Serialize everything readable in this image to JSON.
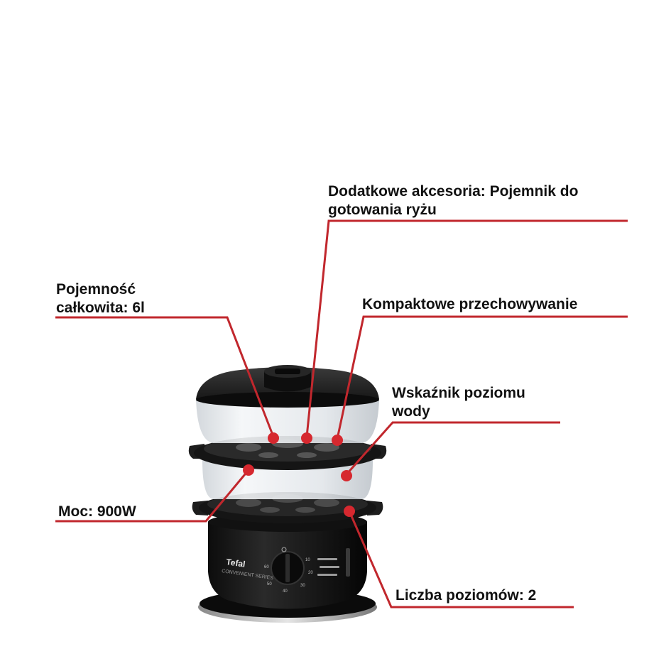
{
  "callouts": {
    "accessories": {
      "line1": "Dodatkowe akcesoria: Pojemnik do",
      "line2": "gotowania ryżu"
    },
    "capacity": {
      "line1": "Pojemność",
      "line2": "całkowita: 6l"
    },
    "storage": {
      "line1": "Kompaktowe przechowywanie"
    },
    "water_indicator": {
      "line1": "Wskaźnik poziomu",
      "line2": "wody"
    },
    "power": {
      "line1": "Moc: 900W"
    },
    "levels": {
      "line1": "Liczba poziomów: 2"
    }
  },
  "product": {
    "brand": "Tefal",
    "series": "CONVENIENT SERIES",
    "timer_marks": [
      "10",
      "20",
      "30",
      "40",
      "50",
      "60"
    ]
  },
  "colors": {
    "callout_red": "#c1272d",
    "dot_red": "#d6282f",
    "body_black": "#161616",
    "lid_black": "#1b1b1b",
    "basket_clear": "#e9ecef"
  }
}
